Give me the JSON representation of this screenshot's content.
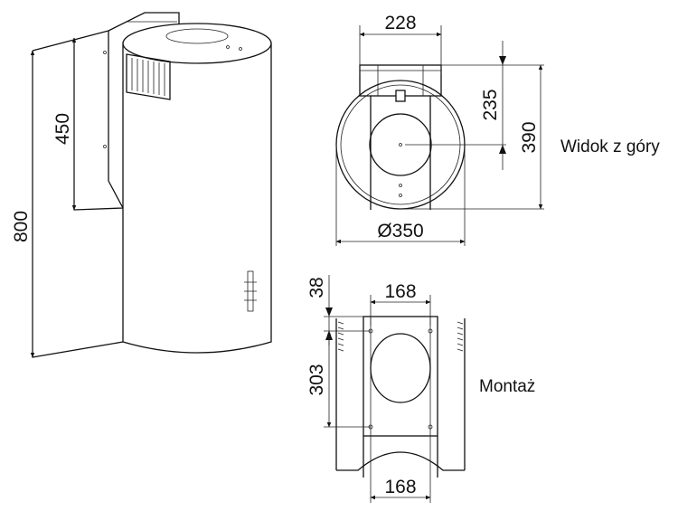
{
  "dimensions": {
    "total_height": "800",
    "chimney_height": "450",
    "top_width": "228",
    "top_depth_235": "235",
    "top_depth_390": "390",
    "diameter": "Ø350",
    "mount_top_width": "168",
    "mount_top_offset": "38",
    "mount_height": "303",
    "mount_bottom_width": "168"
  },
  "labels": {
    "top_view": "Widok z góry",
    "mounting": "Montaż"
  }
}
